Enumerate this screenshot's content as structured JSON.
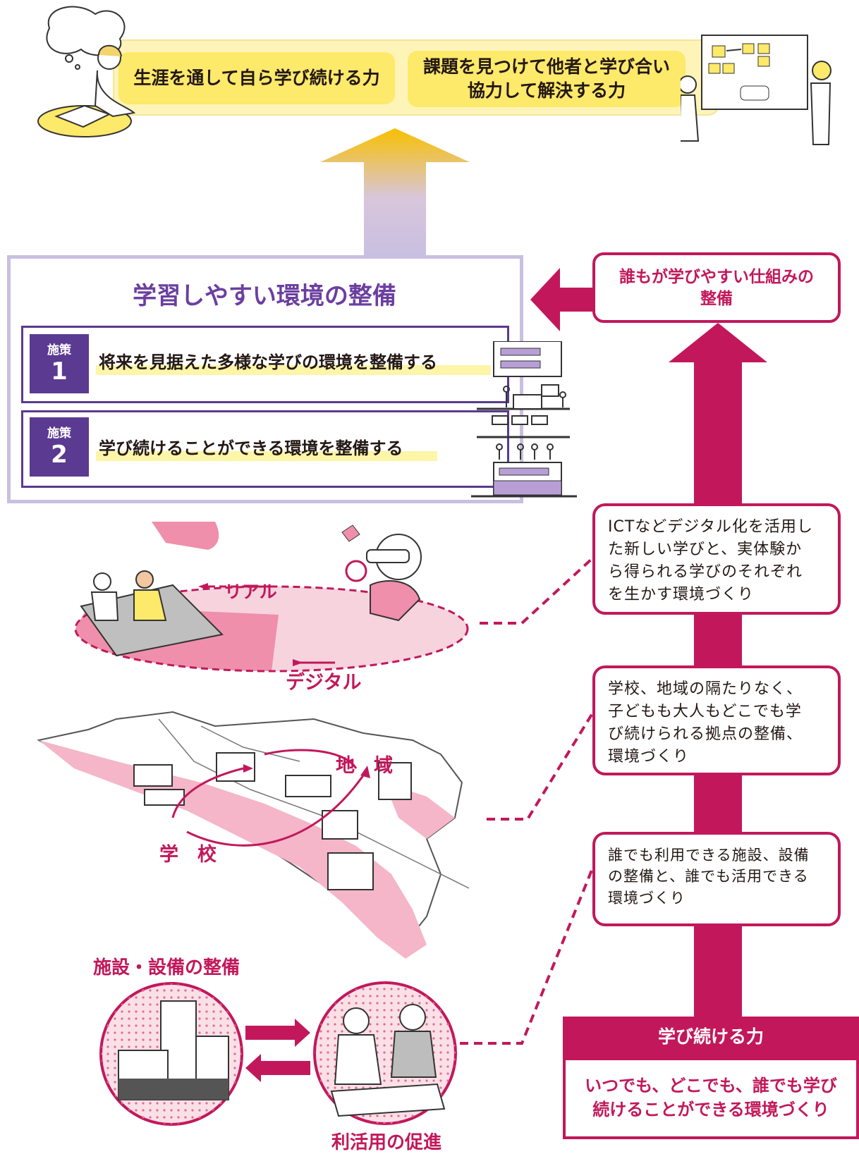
{
  "goals": {
    "goal1": "生涯を通して自ら学び続ける力",
    "goal2_line1": "課題を見つけて他者と学び合い",
    "goal2_line2": "協力して解決する力"
  },
  "environment": {
    "title": "学習しやすい環境の整備",
    "policies": [
      {
        "badge": "施策",
        "number": "1",
        "text": "将来を見据えた多様な学びの環境を整備する"
      },
      {
        "badge": "施策",
        "number": "2",
        "text": "学び続けることができる環境を整備する"
      }
    ]
  },
  "mechanism": {
    "line1": "誰もが学びやすい仕組みの",
    "line2": "整備"
  },
  "info_boxes": [
    {
      "lines": [
        "ICTなどデジタル化を活用し",
        "た新しい学びと、実体験か",
        "ら得られる学びのそれぞれ",
        "を生かす環境づくり"
      ]
    },
    {
      "lines": [
        "学校、地域の隔たりなく、",
        "子どもも大人もどこでも学",
        "び続けられる拠点の整備、",
        "環境づくり"
      ]
    },
    {
      "lines": [
        "誰でも利用できる施設、設備",
        "の整備と、誰でも活用できる",
        "環境づくり"
      ]
    }
  ],
  "illustration_labels": {
    "real": "リアル",
    "digital": "デジタル",
    "region": "地　域",
    "school": "学　校",
    "facility": "施設・設備の整備",
    "utilization": "利活用の促進"
  },
  "base": {
    "header": "学び続ける力",
    "line1": "いつでも、どこでも、誰でも学び",
    "line2": "続けることができる環境づくり"
  },
  "colors": {
    "magenta": "#c2185b",
    "purple": "#5b3a91",
    "lavender": "#c9bfe0",
    "yellow": "#fde96a",
    "arrow_top": "#f8c000",
    "pink_light": "#f4b6c8"
  }
}
